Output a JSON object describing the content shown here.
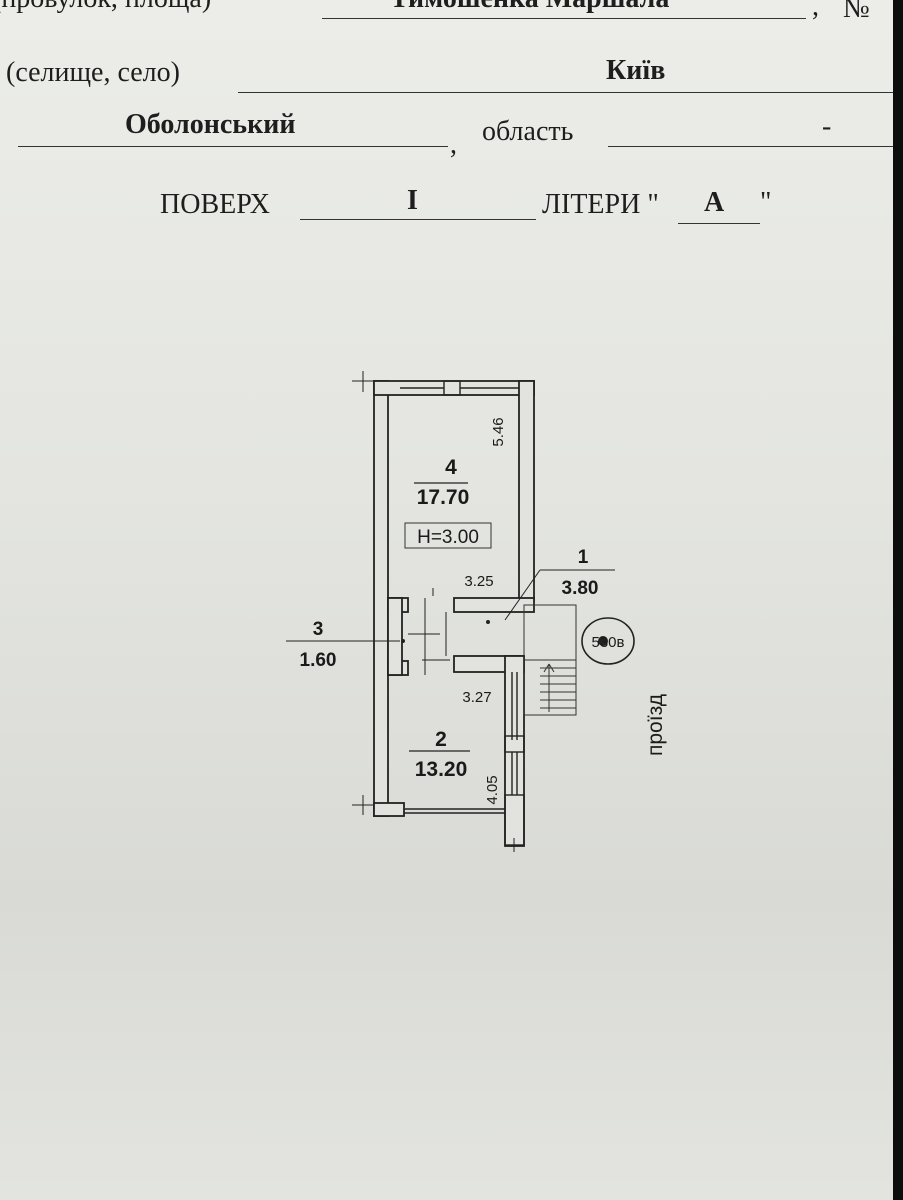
{
  "header": {
    "street_caption": "(провулок, площа)",
    "street_value": "Тимошенка Маршала",
    "street_comma": ",",
    "number_label": "№",
    "settlement_caption": "(селище, село)",
    "city_value": "Київ",
    "district_value": "Оболонський",
    "district_comma": ",",
    "region_label": "область",
    "region_value": "-",
    "floor_label": "ПОВЕРХ",
    "floor_value": "I",
    "letter_label_prefix": "ЛІТЕРИ \"",
    "letter_value": "А",
    "letter_label_suffix": "\""
  },
  "plan": {
    "room4": {
      "number": "4",
      "area": "17.70",
      "height": "H=3.00",
      "dim_length": "5.46",
      "dim_width": "3.25"
    },
    "room1": {
      "number": "1",
      "area": "3.80"
    },
    "room3": {
      "number": "3",
      "area": "1.60"
    },
    "room2": {
      "number": "2",
      "area": "13.20",
      "dim_length": "4.05",
      "dim_width": "3.27"
    },
    "building_marker": "530в",
    "passage_label": "проїзд"
  }
}
